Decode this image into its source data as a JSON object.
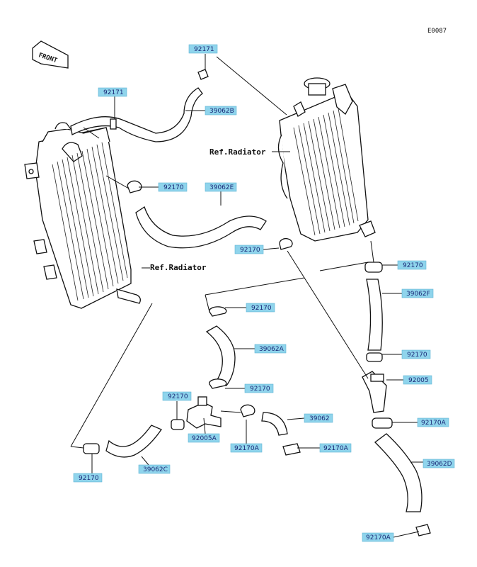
{
  "diagram_code": "E0087",
  "front_label": "FRONT",
  "ref_label": "Ref.Radiator",
  "labels": {
    "l01": "92171",
    "l02": "92171",
    "l03": "39062B",
    "l04": "92170",
    "l05": "39062E",
    "l06": "92170",
    "l07": "92170",
    "l08": "39062F",
    "l09": "92170",
    "l10": "39062A",
    "l11": "92170",
    "l12": "92005",
    "l13": "92170",
    "l14": "92170",
    "l15": "92170A",
    "l16": "92005A",
    "l17": "39062",
    "l18": "92170A",
    "l19": "92170A",
    "l20": "39062D",
    "l21": "92170",
    "l22": "39062C",
    "l23": "92170A"
  }
}
